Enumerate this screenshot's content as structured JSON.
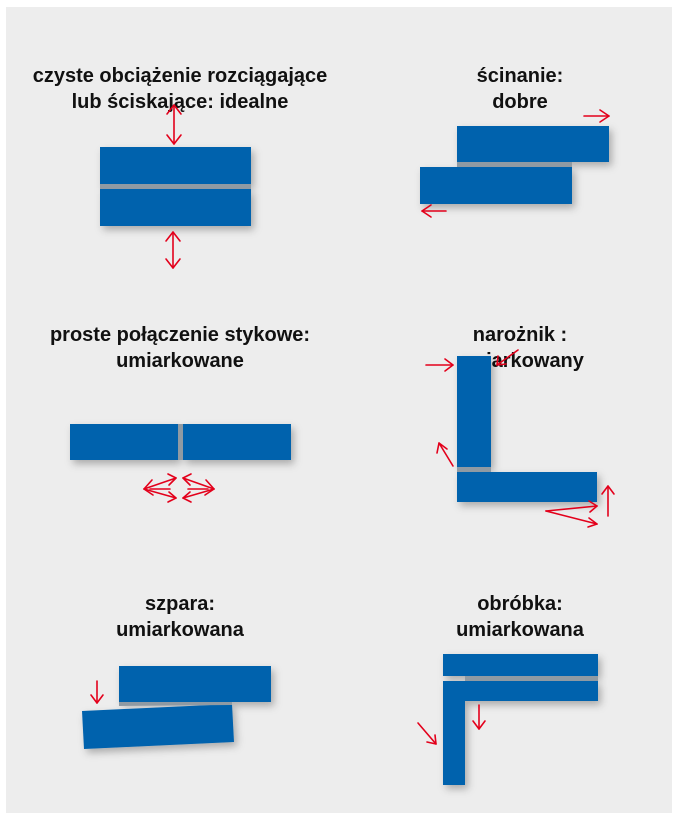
{
  "colors": {
    "background": "#ededed",
    "plate": "#0062ad",
    "joint": "#8f9aa3",
    "arrow": "#e3001b",
    "text": "#111111"
  },
  "panels": [
    {
      "id": "tension",
      "line1": "czyste obciążenie rozciągające",
      "line2": "lub ściskające: idealne"
    },
    {
      "id": "shear",
      "line1": "ścinanie:",
      "line2": "dobre"
    },
    {
      "id": "butt",
      "line1": "proste połączenie stykowe:",
      "line2": "umiarkowane"
    },
    {
      "id": "corner",
      "line1": "narożnik :",
      "line2": "umiarkowany"
    },
    {
      "id": "gap",
      "line1": "szpara:",
      "line2": "umiarkowana"
    },
    {
      "id": "flashing",
      "line1": "obróbka:",
      "line2": "umiarkowana"
    }
  ]
}
